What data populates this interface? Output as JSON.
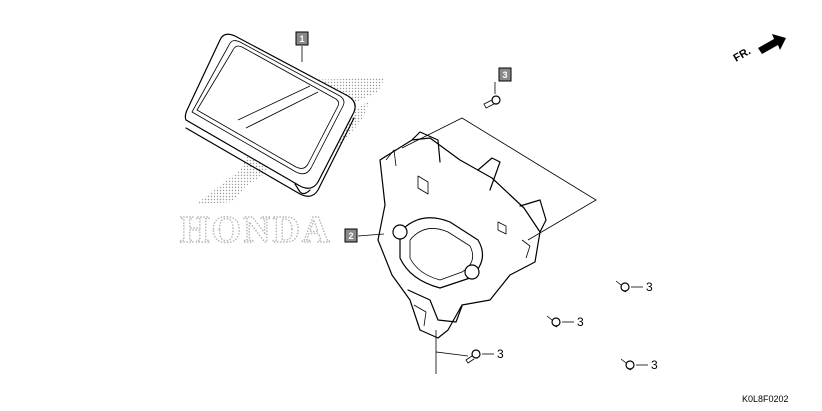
{
  "diagram": {
    "watermark_text": "HONDA",
    "front_indicator": "FR.",
    "figure_code": "K0L8F0202",
    "callouts": [
      {
        "num": "1"
      },
      {
        "num": "2"
      },
      {
        "num": "3"
      }
    ],
    "screw_labels": [
      "3",
      "3",
      "3",
      "3"
    ]
  }
}
